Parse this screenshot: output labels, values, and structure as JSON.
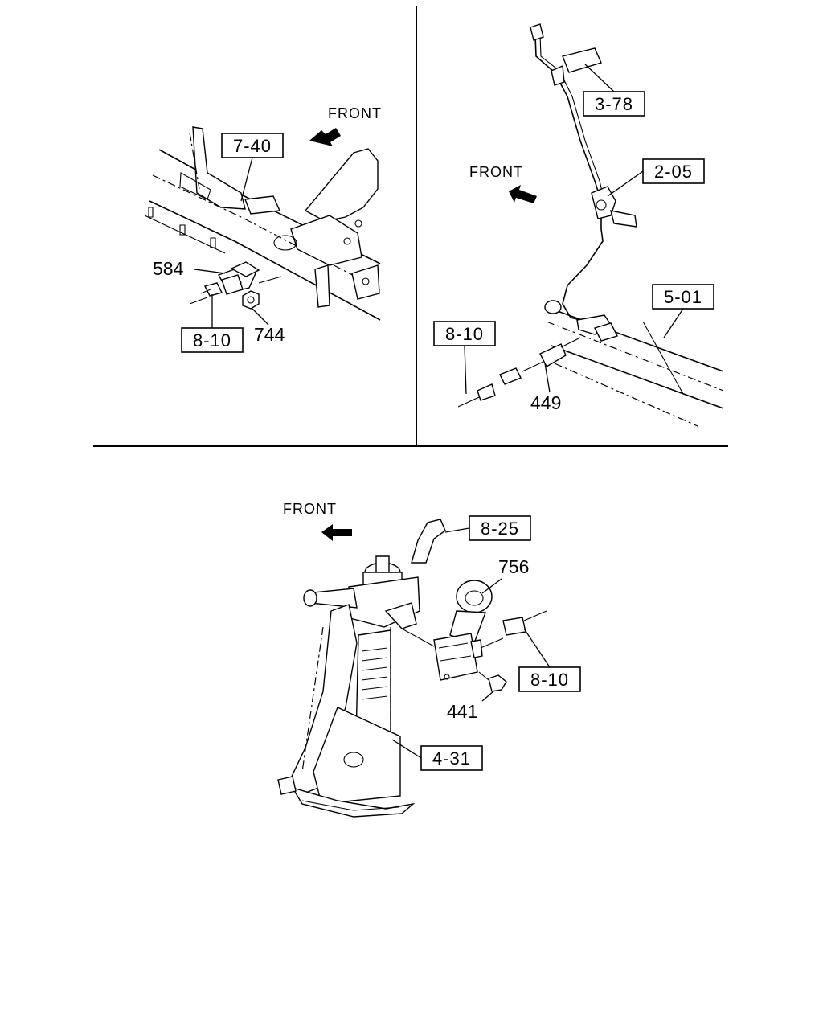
{
  "panels": {
    "top_left": {
      "front_label": "FRONT",
      "ref_boxes": [
        "7-40",
        "8-10"
      ],
      "part_numbers": [
        "584",
        "744"
      ]
    },
    "top_right": {
      "front_label": "FRONT",
      "ref_boxes": [
        "3-78",
        "2-05",
        "5-01",
        "8-10"
      ],
      "part_numbers": [
        "449"
      ]
    },
    "bottom": {
      "front_label": "FRONT",
      "ref_boxes": [
        "8-25",
        "8-10",
        "4-31"
      ],
      "part_numbers": [
        "756",
        "441"
      ]
    }
  }
}
